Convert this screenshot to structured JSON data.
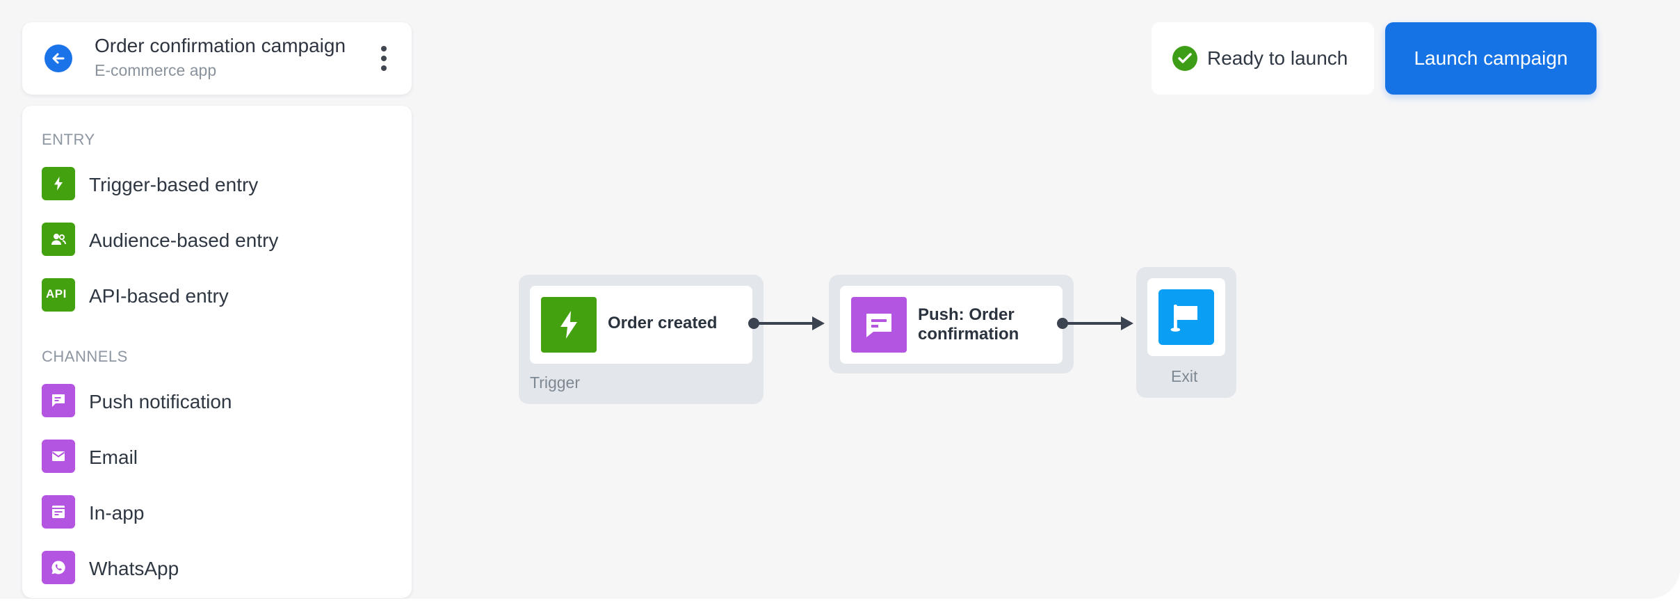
{
  "header": {
    "title": "Order confirmation campaign",
    "subtitle": "E-commerce app",
    "back_icon": "arrow-left-icon",
    "menu_icon": "more-vertical-icon"
  },
  "sidebar": {
    "entry_label": "ENTRY",
    "entry_items": [
      {
        "label": "Trigger-based entry",
        "icon": "lightning-icon"
      },
      {
        "label": "Audience-based entry",
        "icon": "users-icon"
      },
      {
        "label": "API-based entry",
        "icon": "api-icon"
      }
    ],
    "channels_label": "CHANNELS",
    "channel_items": [
      {
        "label": "Push notification",
        "icon": "chat-bubble-icon"
      },
      {
        "label": "Email",
        "icon": "envelope-icon"
      },
      {
        "label": "In-app",
        "icon": "in-app-icon"
      },
      {
        "label": "WhatsApp",
        "icon": "whatsapp-icon"
      }
    ],
    "api_icon_text": "API"
  },
  "status": {
    "text": "Ready to launch",
    "icon": "check-circle-icon"
  },
  "launch_button": {
    "label": "Launch campaign"
  },
  "flow": {
    "trigger": {
      "label": "Order created",
      "caption": "Trigger",
      "icon": "lightning-icon"
    },
    "push": {
      "label_line1": "Push: Order",
      "label_line2": "confirmation",
      "icon": "chat-bubble-icon"
    },
    "exit": {
      "caption": "Exit",
      "icon": "flag-icon"
    }
  },
  "colors": {
    "accent": "#1673e6",
    "entry_green": "#43a10f",
    "channel_purple": "#b455e2",
    "exit_blue": "#0b9ef5"
  }
}
